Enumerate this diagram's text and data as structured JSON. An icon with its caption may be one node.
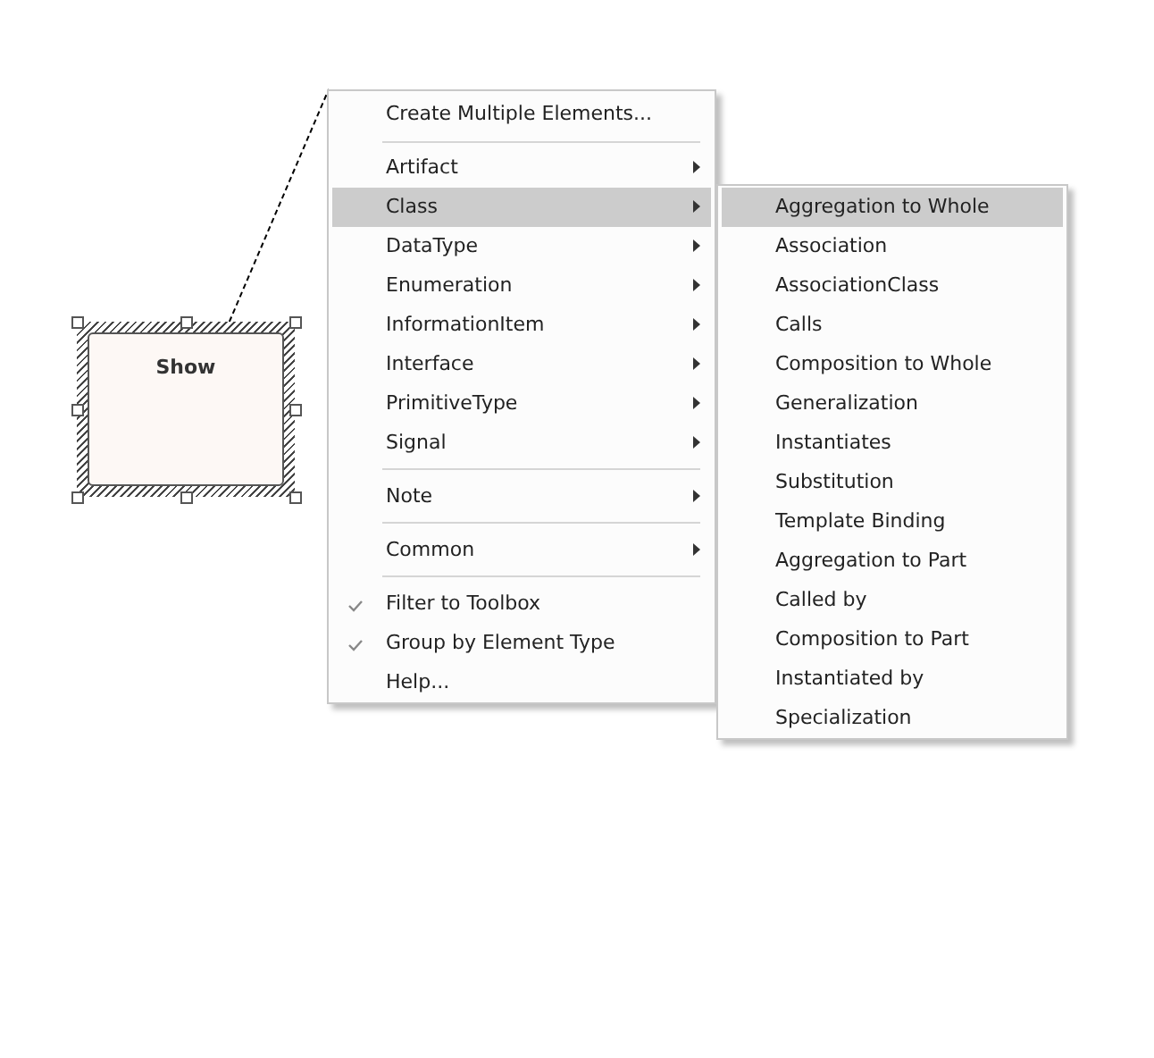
{
  "diagram": {
    "nodes": [
      {
        "text": [
          "Show"
        ]
      },
      {
        "text": [],
        "shape": "box"
      },
      {
        "text": [
          "Create Multiple Elements..."
        ],
        "in": 1
      },
      {
        "text": [
          "Artifact"
        ],
        "in": 1
      },
      {
        "text": [
          "Class"
        ],
        "in": 1
      },
      {
        "text": [
          "DataType"
        ],
        "in": 1
      },
      {
        "text": [
          "Enumeration"
        ],
        "in": 1
      },
      {
        "text": [
          "InformationItem"
        ],
        "in": 1
      },
      {
        "text": [
          "Interface"
        ],
        "in": 1
      },
      {
        "text": [
          "PrimitiveType"
        ],
        "in": 1
      },
      {
        "text": [
          "Signal"
        ],
        "in": 1
      },
      {
        "text": [
          "Note"
        ],
        "in": 1
      },
      {
        "text": [
          "Common"
        ],
        "in": 1
      },
      {
        "text": [
          "Filter to Toolbox"
        ],
        "in": 1
      },
      {
        "text": [
          "Group by Element Type"
        ],
        "in": 1
      },
      {
        "text": [
          "Help..."
        ],
        "in": 1
      },
      {
        "text": [],
        "shape": "box"
      },
      {
        "text": [
          "Aggregation to Whole"
        ],
        "in": 16
      },
      {
        "text": [
          "Association"
        ],
        "in": 16
      },
      {
        "text": [
          "AssociationClass"
        ],
        "in": 16
      },
      {
        "text": [
          "Calls"
        ],
        "in": 16
      },
      {
        "text": [
          "Composition to Whole"
        ],
        "in": 16
      },
      {
        "text": [
          "Generalization"
        ],
        "in": 16
      },
      {
        "text": [
          "Instantiates"
        ],
        "in": 16
      },
      {
        "text": [
          "Substitution"
        ],
        "in": 16
      },
      {
        "text": [
          "Template Binding"
        ],
        "in": 16
      },
      {
        "text": [
          "Aggregation to Part"
        ],
        "in": 16
      },
      {
        "text": [
          "Called by"
        ],
        "in": 16
      },
      {
        "text": [
          "Composition to Part"
        ],
        "in": 16
      },
      {
        "text": [
          "Instantiated by"
        ],
        "in": 16
      },
      {
        "text": [
          "Specialization"
        ],
        "in": 16
      }
    ],
    "edges": [
      {
        "from": 0,
        "to": 1,
        "arrow": "none",
        "style": "dashed"
      }
    ]
  }
}
